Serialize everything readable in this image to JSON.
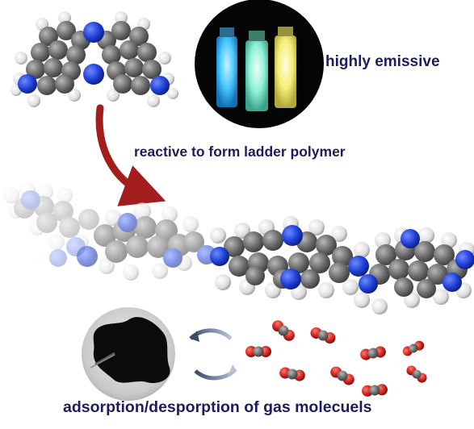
{
  "captions": {
    "emissive": "highly emissive",
    "reactive": "reactive to form ladder polymer",
    "adsorption": "adsorption/desporption of gas molecuels"
  },
  "colors": {
    "carbon": "#6e6e6e",
    "nitrogen": "#1f3fd6",
    "hydrogen": "#e9e9e9",
    "oxygen": "#d2241f",
    "arrow_red": "#a31d1d",
    "caption": "#1c1c5e",
    "vial_blue": "#49c9ff",
    "vial_cyan": "#8ff0d8",
    "vial_yellow": "#f3f07a"
  },
  "icons": {
    "monomer": "molecule-ball-model",
    "vials": "fluorescent-vials-photo",
    "arrow": "curved-red-arrow",
    "polymer": "ladder-polymer-ribbon",
    "powder": "black-polymer-powder-photo",
    "cycle": "reversible-cycle-arrows",
    "gas": "co2-molecules"
  }
}
